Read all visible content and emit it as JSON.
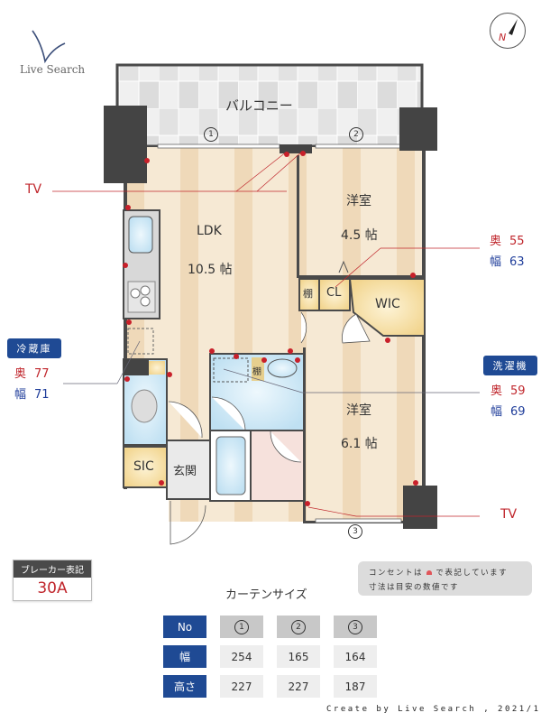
{
  "brand": {
    "name": "Live Search"
  },
  "compass": {
    "label": "N"
  },
  "rooms": {
    "balcony": "バルコニー",
    "ldk": {
      "name": "LDK",
      "size": "10.5 帖"
    },
    "western1": {
      "name": "洋室",
      "size": "4.5 帖"
    },
    "western2": {
      "name": "洋室",
      "size": "6.1 帖"
    },
    "shelf1": "棚",
    "shelf2": "棚",
    "closet": "CL",
    "wic": "WIC",
    "sic": "SIC",
    "entrance": "玄関"
  },
  "window_markers": [
    "①",
    "②",
    "③"
  ],
  "tv_labels": [
    "TV",
    "TV"
  ],
  "appliances": {
    "closet_dims": {
      "oku_label": "奥",
      "oku": "55",
      "haba_label": "幅",
      "haba": "63"
    },
    "fridge": {
      "title": "冷蔵庫",
      "oku_label": "奥",
      "oku": "77",
      "haba_label": "幅",
      "haba": "71"
    },
    "washer": {
      "title": "洗濯機",
      "oku_label": "奥",
      "oku": "59",
      "haba_label": "幅",
      "haba": "69"
    }
  },
  "breaker": {
    "title": "ブレーカー表記",
    "value": "30A"
  },
  "note": {
    "line1_pre": "コンセントは",
    "line1_post": "で表記しています",
    "line2": "寸法は目安の数値です"
  },
  "curtain": {
    "title": "カーテンサイズ",
    "headers": [
      "No",
      "幅",
      "高さ"
    ],
    "columns": [
      "1",
      "2",
      "3"
    ],
    "width": [
      "254",
      "165",
      "164"
    ],
    "height": [
      "227",
      "227",
      "187"
    ]
  },
  "credit": "Create by Live Search , 2021/1",
  "colors": {
    "accent_blue": "#1f4a94",
    "accent_red": "#c0262c",
    "wall": "#4a4a4a",
    "floor": "#f3e3c9",
    "wet": "#cde6f4",
    "storage": "#f6dea0"
  }
}
